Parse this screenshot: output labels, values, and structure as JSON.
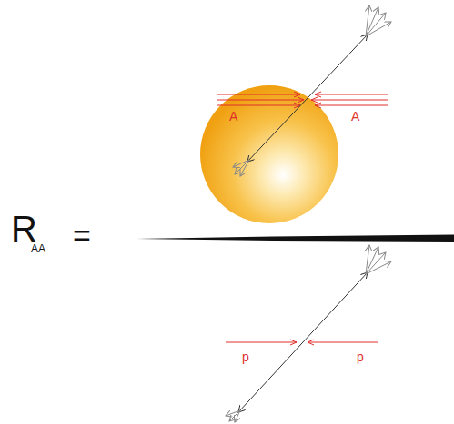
{
  "diagram": {
    "labels": [
      "R",
      "AA",
      "=",
      "A",
      "A",
      "p",
      "p"
    ]
  }
}
